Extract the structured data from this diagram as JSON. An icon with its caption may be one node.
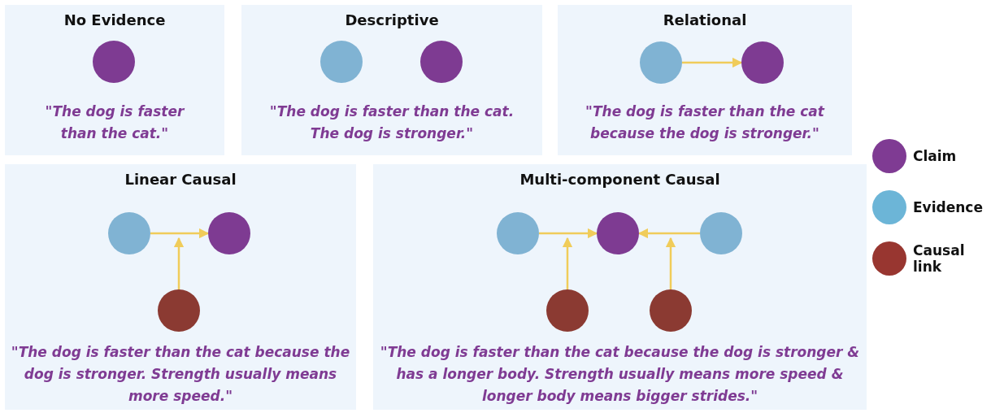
{
  "diagram": {
    "nodes": [
      {
        "text": [
          "No Evidence",
          "\"The dog is faster than the cat.\""
        ]
      },
      {
        "text": [],
        "shape": "circle",
        "in": 0
      },
      {
        "text": [
          "Descriptive",
          "\"The dog is faster than the cat. The dog is stronger.\""
        ]
      },
      {
        "text": [],
        "shape": "circle",
        "in": 2
      },
      {
        "text": [],
        "shape": "circle",
        "in": 2
      },
      {
        "text": [
          "Relational",
          "\"The dog is faster than the cat because the dog is stronger.\""
        ]
      },
      {
        "text": [],
        "shape": "circle",
        "in": 5
      },
      {
        "text": [],
        "shape": "circle",
        "in": 5
      },
      {
        "text": [
          "Linear Causal",
          "\"The dog is faster than the cat because the dog is stronger. Strength usually means more speed.\""
        ]
      },
      {
        "text": [],
        "shape": "circle",
        "in": 8
      },
      {
        "text": [],
        "shape": "circle",
        "in": 8
      },
      {
        "text": [],
        "shape": "circle",
        "in": 8
      },
      {
        "text": [
          "Multi-component Causal",
          "\"The dog is faster than the cat because the dog is stronger & has a longer body. Strength usually means more speed & longer body means bigger strides.\""
        ]
      },
      {
        "text": [],
        "shape": "circle",
        "in": 12
      },
      {
        "text": [],
        "shape": "circle",
        "in": 12
      },
      {
        "text": [],
        "shape": "circle",
        "in": 12
      },
      {
        "text": [],
        "shape": "circle",
        "in": 12
      },
      {
        "text": [],
        "shape": "circle",
        "in": 12
      }
    ],
    "edges": [
      {
        "from": 6,
        "to": 7,
        "arrow": "to"
      },
      {
        "from": 9,
        "to": 10,
        "arrow": "to"
      },
      {
        "from": 11,
        "to": null,
        "arrow": "to"
      },
      {
        "from": 13,
        "to": 14,
        "arrow": "to"
      },
      {
        "from": 15,
        "to": 14,
        "arrow": "to"
      },
      {
        "from": 16,
        "to": null,
        "arrow": "to"
      },
      {
        "from": 17,
        "to": null,
        "arrow": "to"
      }
    ],
    "legend": [
      {
        "text": "Claim",
        "color": "#7f3b93"
      },
      {
        "text": "Evidence",
        "color": "#6cb5d7"
      },
      {
        "text": "Causal link",
        "color": "#983630"
      }
    ]
  }
}
